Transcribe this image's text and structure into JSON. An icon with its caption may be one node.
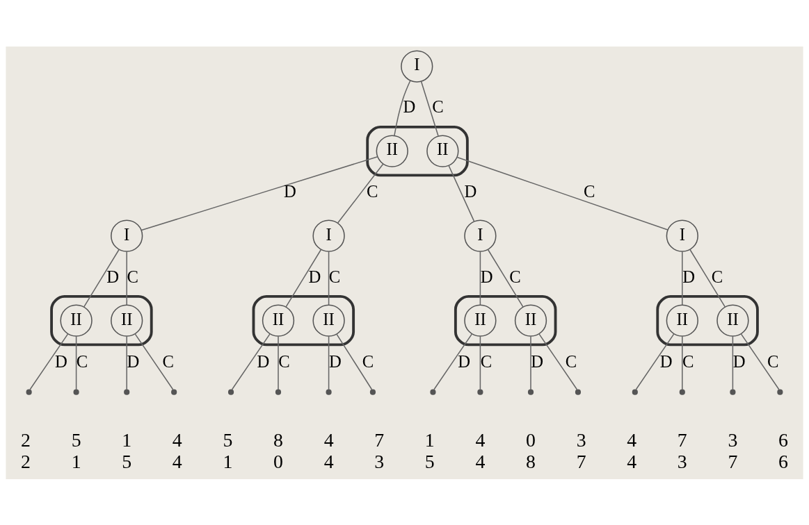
{
  "diagram": {
    "nodes": [
      {
        "text": [
          "I"
        ]
      },
      {
        "text": [],
        "shape": "ellipse"
      },
      {
        "text": [
          "II"
        ],
        "in": 1
      },
      {
        "text": [
          "II"
        ],
        "in": 1
      },
      {
        "text": [
          "I"
        ]
      },
      {
        "text": [
          "I"
        ]
      },
      {
        "text": [
          "I"
        ]
      },
      {
        "text": [
          "I"
        ]
      },
      {
        "text": [],
        "shape": "ellipse"
      },
      {
        "text": [
          "II"
        ],
        "in": 8
      },
      {
        "text": [
          "II"
        ],
        "in": 8
      },
      {
        "text": [],
        "shape": "ellipse"
      },
      {
        "text": [
          "II"
        ],
        "in": 11
      },
      {
        "text": [
          "II"
        ],
        "in": 11
      },
      {
        "text": [],
        "shape": "ellipse"
      },
      {
        "text": [
          "II"
        ],
        "in": 14
      },
      {
        "text": [
          "II"
        ],
        "in": 14
      },
      {
        "text": [],
        "shape": "ellipse"
      },
      {
        "text": [
          "II"
        ],
        "in": 17
      },
      {
        "text": [
          "II"
        ],
        "in": 17
      },
      {
        "text": [],
        "shape": "dot",
        "beside": [
          "2",
          "2"
        ]
      },
      {
        "text": [],
        "shape": "dot",
        "beside": [
          "5",
          "1"
        ]
      },
      {
        "text": [],
        "shape": "dot",
        "beside": [
          "1",
          "5"
        ]
      },
      {
        "text": [],
        "shape": "dot",
        "beside": [
          "4",
          "4"
        ]
      },
      {
        "text": [],
        "shape": "dot",
        "beside": [
          "5",
          "1"
        ]
      },
      {
        "text": [],
        "shape": "dot",
        "beside": [
          "8",
          "0"
        ]
      },
      {
        "text": [],
        "shape": "dot",
        "beside": [
          "4",
          "4"
        ]
      },
      {
        "text": [],
        "shape": "dot",
        "beside": [
          "7",
          "3"
        ]
      },
      {
        "text": [],
        "shape": "dot",
        "beside": [
          "1",
          "5"
        ]
      },
      {
        "text": [],
        "shape": "dot",
        "beside": [
          "4",
          "4"
        ]
      },
      {
        "text": [],
        "shape": "dot",
        "beside": [
          "0",
          "8"
        ]
      },
      {
        "text": [],
        "shape": "dot",
        "beside": [
          "3",
          "7"
        ]
      },
      {
        "text": [],
        "shape": "dot",
        "beside": [
          "4",
          "4"
        ]
      },
      {
        "text": [],
        "shape": "dot",
        "beside": [
          "7",
          "3"
        ]
      },
      {
        "text": [],
        "shape": "dot",
        "beside": [
          "3",
          "7"
        ]
      },
      {
        "text": [],
        "shape": "dot",
        "beside": [
          "6",
          "6"
        ]
      }
    ],
    "edges": [
      {
        "from": 0,
        "to": 2,
        "arrow": "none",
        "label": "D"
      },
      {
        "from": 0,
        "to": 3,
        "arrow": "none",
        "label": "C"
      },
      {
        "from": 2,
        "to": 4,
        "arrow": "none",
        "label": "D"
      },
      {
        "from": 2,
        "to": 5,
        "arrow": "none",
        "label": "C"
      },
      {
        "from": 3,
        "to": 6,
        "arrow": "none",
        "label": "D"
      },
      {
        "from": 3,
        "to": 7,
        "arrow": "none",
        "label": "C"
      },
      {
        "from": 4,
        "to": 9,
        "arrow": "none",
        "label": "D"
      },
      {
        "from": 4,
        "to": 10,
        "arrow": "none",
        "label": "C"
      },
      {
        "from": 5,
        "to": 12,
        "arrow": "none",
        "label": "D"
      },
      {
        "from": 5,
        "to": 13,
        "arrow": "none",
        "label": "C"
      },
      {
        "from": 6,
        "to": 15,
        "arrow": "none",
        "label": "D"
      },
      {
        "from": 6,
        "to": 16,
        "arrow": "none",
        "label": "C"
      },
      {
        "from": 7,
        "to": 18,
        "arrow": "none",
        "label": "D"
      },
      {
        "from": 7,
        "to": 19,
        "arrow": "none",
        "label": "C"
      },
      {
        "from": 9,
        "to": 20,
        "arrow": "none",
        "label": "D"
      },
      {
        "from": 9,
        "to": 21,
        "arrow": "none",
        "label": "C"
      },
      {
        "from": 10,
        "to": 22,
        "arrow": "none",
        "label": "D"
      },
      {
        "from": 10,
        "to": 23,
        "arrow": "none",
        "label": "C"
      },
      {
        "from": 12,
        "to": 24,
        "arrow": "none",
        "label": "D"
      },
      {
        "from": 12,
        "to": 25,
        "arrow": "none",
        "label": "C"
      },
      {
        "from": 13,
        "to": 26,
        "arrow": "none",
        "label": "D"
      },
      {
        "from": 13,
        "to": 27,
        "arrow": "none",
        "label": "C"
      },
      {
        "from": 15,
        "to": 28,
        "arrow": "none",
        "label": "D"
      },
      {
        "from": 15,
        "to": 29,
        "arrow": "none",
        "label": "C"
      },
      {
        "from": 16,
        "to": 30,
        "arrow": "none",
        "label": "D"
      },
      {
        "from": 16,
        "to": 31,
        "arrow": "none",
        "label": "C"
      },
      {
        "from": 18,
        "to": 32,
        "arrow": "none",
        "label": "D"
      },
      {
        "from": 18,
        "to": 33,
        "arrow": "none",
        "label": "C"
      },
      {
        "from": 19,
        "to": 34,
        "arrow": "none",
        "label": "D"
      },
      {
        "from": 19,
        "to": 35,
        "arrow": "none",
        "label": "C"
      }
    ]
  }
}
